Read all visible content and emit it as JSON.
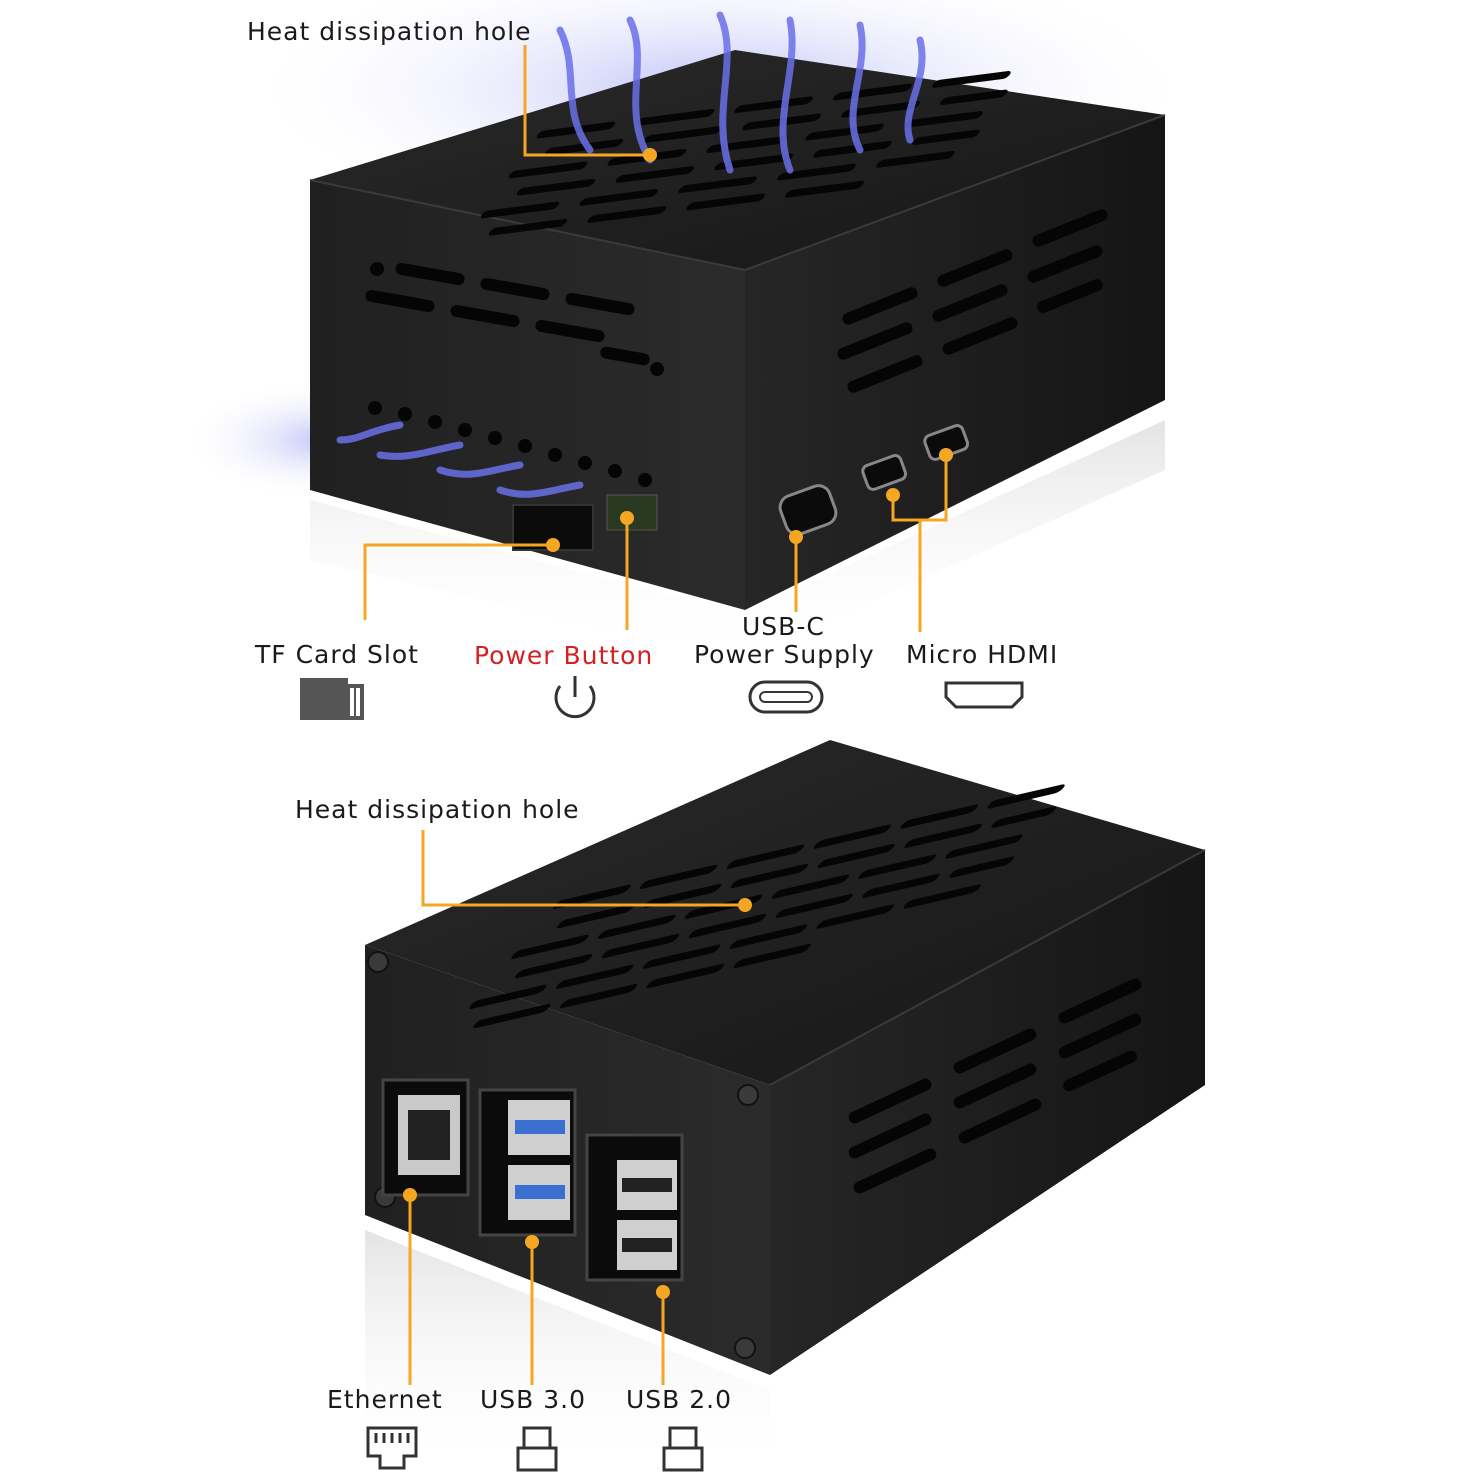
{
  "top": {
    "heat_label": "Heat dissipation hole",
    "tf_label": "TF Card Slot",
    "power_label": "Power Button",
    "usbc_label_line1": "USB-C",
    "usbc_label_line2": "Power Supply",
    "hdmi_label": "Micro HDMI"
  },
  "bottom": {
    "heat_label": "Heat dissipation hole",
    "ethernet_label": "Ethernet",
    "usb3_label": "USB 3.0",
    "usb2_label": "USB 2.0"
  },
  "colors": {
    "accent": "#f5a623",
    "case": "#1c1c1c",
    "power_text": "#d42020",
    "airflow": "#6a70e8"
  },
  "icons": [
    "microsd-icon",
    "power-icon",
    "usb-c-icon",
    "hdmi-icon",
    "ethernet-icon",
    "usb-a-icon"
  ]
}
